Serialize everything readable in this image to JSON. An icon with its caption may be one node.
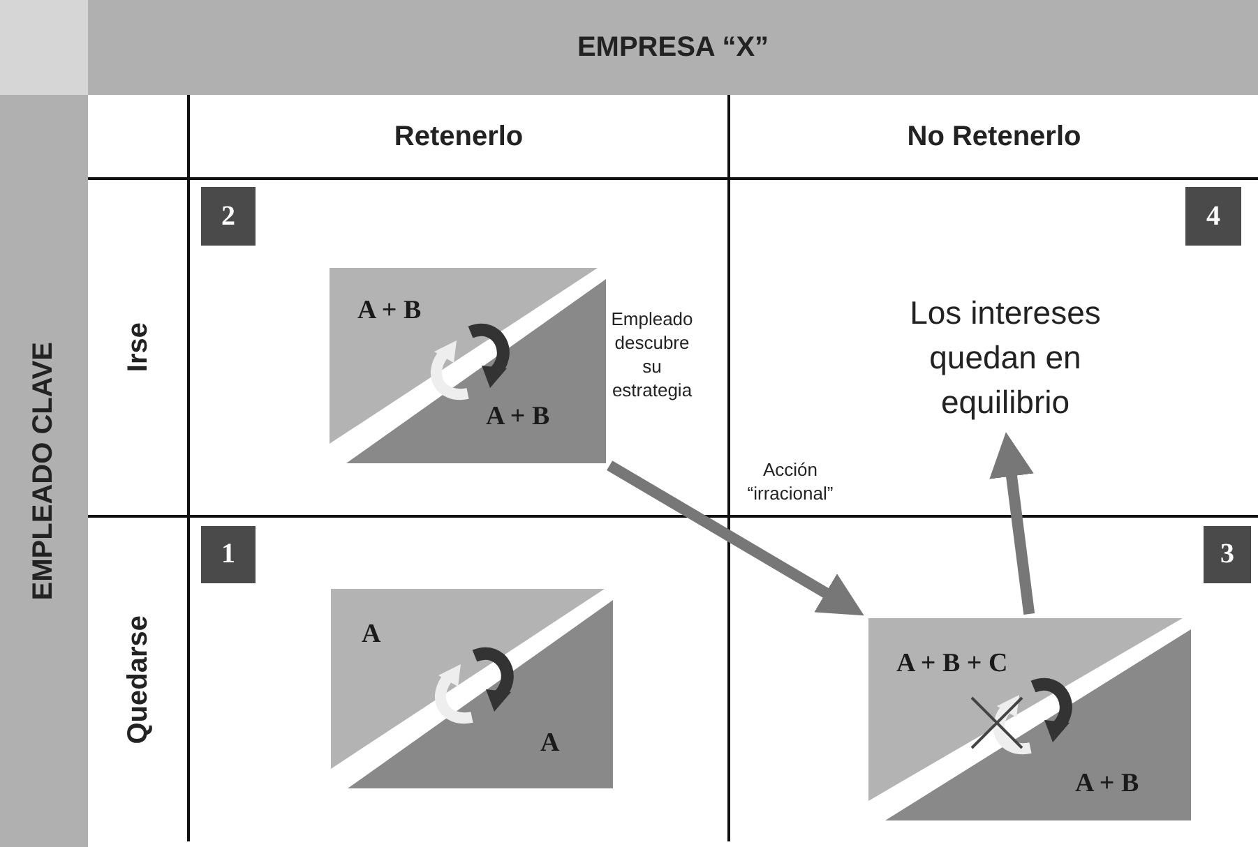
{
  "diagram": {
    "nodes": [
      {
        "text": [
          "EMPRESA “X”"
        ]
      },
      {
        "text": [
          "EMPLEADO CLAVE"
        ]
      },
      {
        "text": [
          "Retenerlo"
        ]
      },
      {
        "text": [
          "No Retenerlo"
        ]
      },
      {
        "text": [
          "Irse"
        ]
      },
      {
        "text": [
          "Quedarse"
        ]
      },
      {
        "text": [
          "A + B",
          "A + B"
        ],
        "beside": [
          "Empleado descubre su estrategia"
        ]
      },
      {
        "text": [
          "Los intereses quedan en equilibrio"
        ]
      },
      {
        "text": [
          "A",
          "A"
        ]
      },
      {
        "text": [
          "A + B + C",
          "A + B"
        ]
      }
    ],
    "edges": [
      {
        "from": 6,
        "to": 9,
        "arrow": "to",
        "label": "Acción “irracional”"
      },
      {
        "from": 9,
        "to": 7,
        "arrow": "to"
      }
    ],
    "labels": [
      "2",
      "4",
      "1",
      "3"
    ]
  }
}
